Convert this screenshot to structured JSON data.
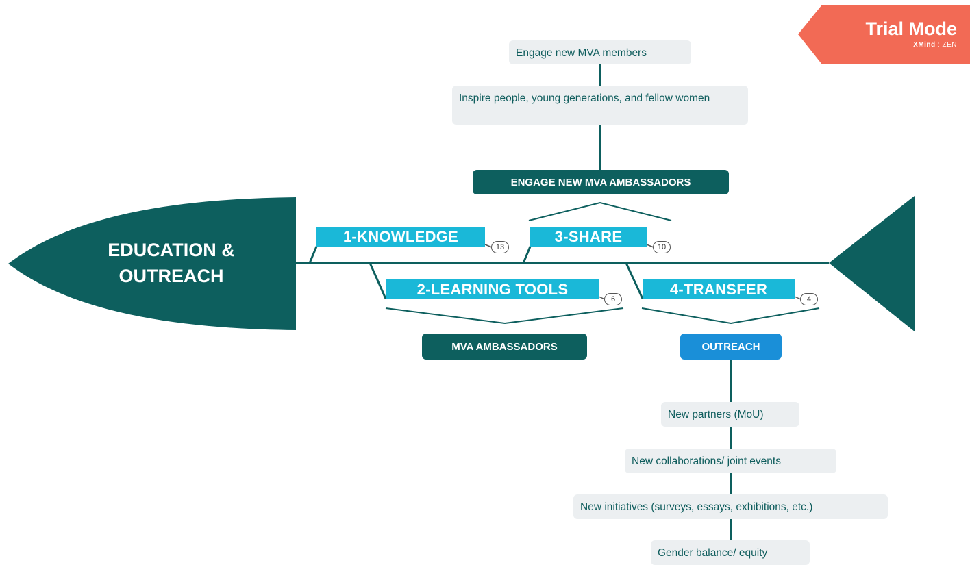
{
  "colors": {
    "dark_teal": "#0d5f5e",
    "spine": "#0d5f5e",
    "category_cyan": "#1ab8d8",
    "outreach_blue": "#1a8fd8",
    "subtopic_bg": "#eceff1",
    "subtopic_text": "#0f5d5d",
    "trial_badge": "#f26a55"
  },
  "fish_head": {
    "title": "EDUCATION &\nOUTREACH"
  },
  "categories": [
    {
      "label": "1-KNOWLEDGE",
      "count": "13"
    },
    {
      "label": "2-LEARNING TOOLS",
      "count": "6"
    },
    {
      "label": "3-SHARE",
      "count": "10"
    },
    {
      "label": "4-TRANSFER",
      "count": "4"
    }
  ],
  "topics": {
    "engage_ambassadors": "ENGAGE NEW MVA AMBASSADORS",
    "mva_ambassadors": "MVA AMBASSADORS",
    "outreach": "OUTREACH"
  },
  "share_subtopics": [
    "Engage new MVA members",
    "Inspire people, young generations, and fellow women"
  ],
  "outreach_subtopics": [
    "New partners (MoU)",
    "New collaborations/ joint events",
    "New initiatives (surveys, essays, exhibitions, etc.)",
    "Gender balance/ equity"
  ],
  "trial_badge": {
    "title": "Trial Mode",
    "brand": "XMind",
    "brand_suffix": "ZEN"
  }
}
